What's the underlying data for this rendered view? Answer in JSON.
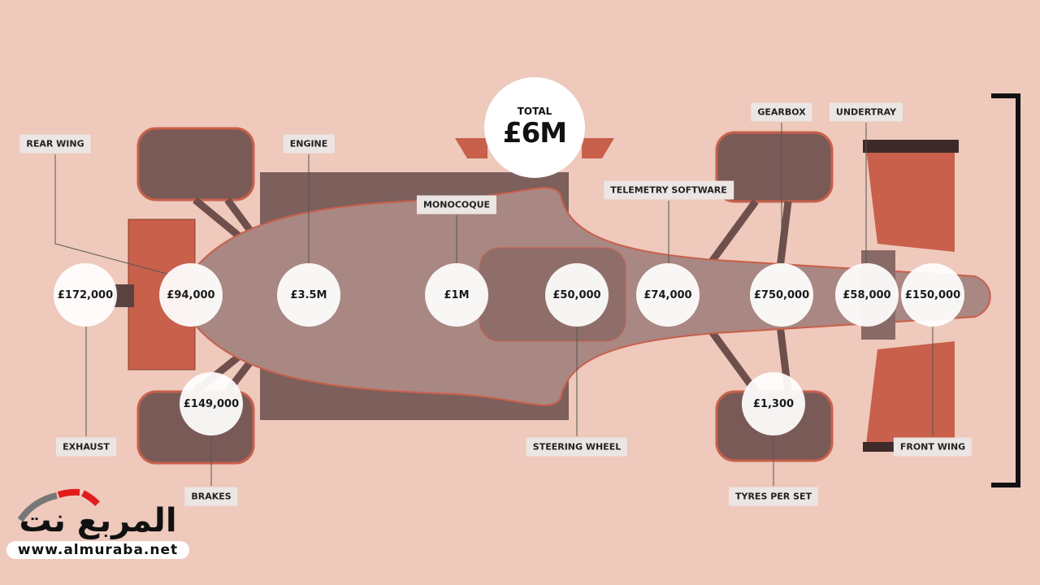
{
  "total": {
    "label": "TOTAL",
    "value": "£6M"
  },
  "costs": {
    "exhaust": "£172,000",
    "rear_wing": "£94,000",
    "engine": "£3.5M",
    "monocoque": "£1M",
    "steering_wheel": "£50,000",
    "telemetry": "£74,000",
    "gearbox": "£750,000",
    "undertray": "£58,000",
    "front_wing": "£150,000",
    "brakes": "£149,000",
    "tyres": "£1,300"
  },
  "labels": {
    "rear_wing": "REAR WING",
    "engine": "ENGINE",
    "monocoque": "MONOCOQUE",
    "telemetry": "TELEMETRY SOFTWARE",
    "gearbox": "GEARBOX",
    "undertray": "UNDERTRAY",
    "exhaust": "EXHAUST",
    "steering_wheel": "STEERING WHEEL",
    "front_wing": "FRONT WING",
    "brakes": "BRAKES",
    "tyres": "TYRES  PER SET"
  },
  "logo": {
    "arabic": "المربع نت",
    "url": "www.almuraba.net"
  },
  "colors": {
    "background": "#eec9bc",
    "accent": "#c8604b",
    "body": "#8a6a66"
  }
}
